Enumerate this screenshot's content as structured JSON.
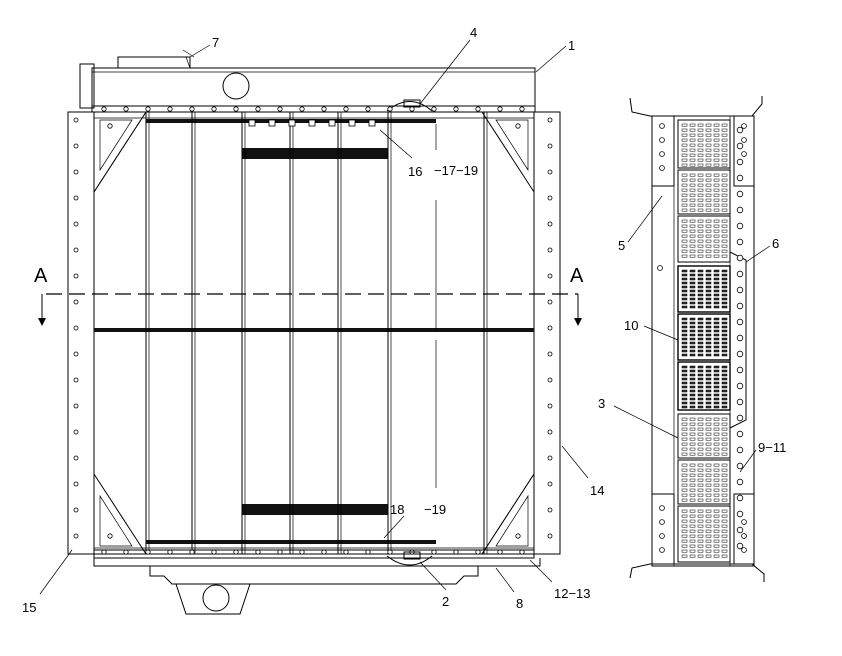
{
  "callouts": {
    "c1": "1",
    "c2": "2",
    "c3": "3",
    "c4": "4",
    "c5": "5",
    "c6": "6",
    "c7": "7",
    "c8": "8",
    "c9_11": "9−11",
    "c10": "10",
    "c12_13": "12−13",
    "c14": "14",
    "c15": "15",
    "c16": "16",
    "c17_19": "−17−19",
    "c18": "18",
    "c19": "−19"
  },
  "section_markers": {
    "left": "A",
    "right": "A"
  }
}
